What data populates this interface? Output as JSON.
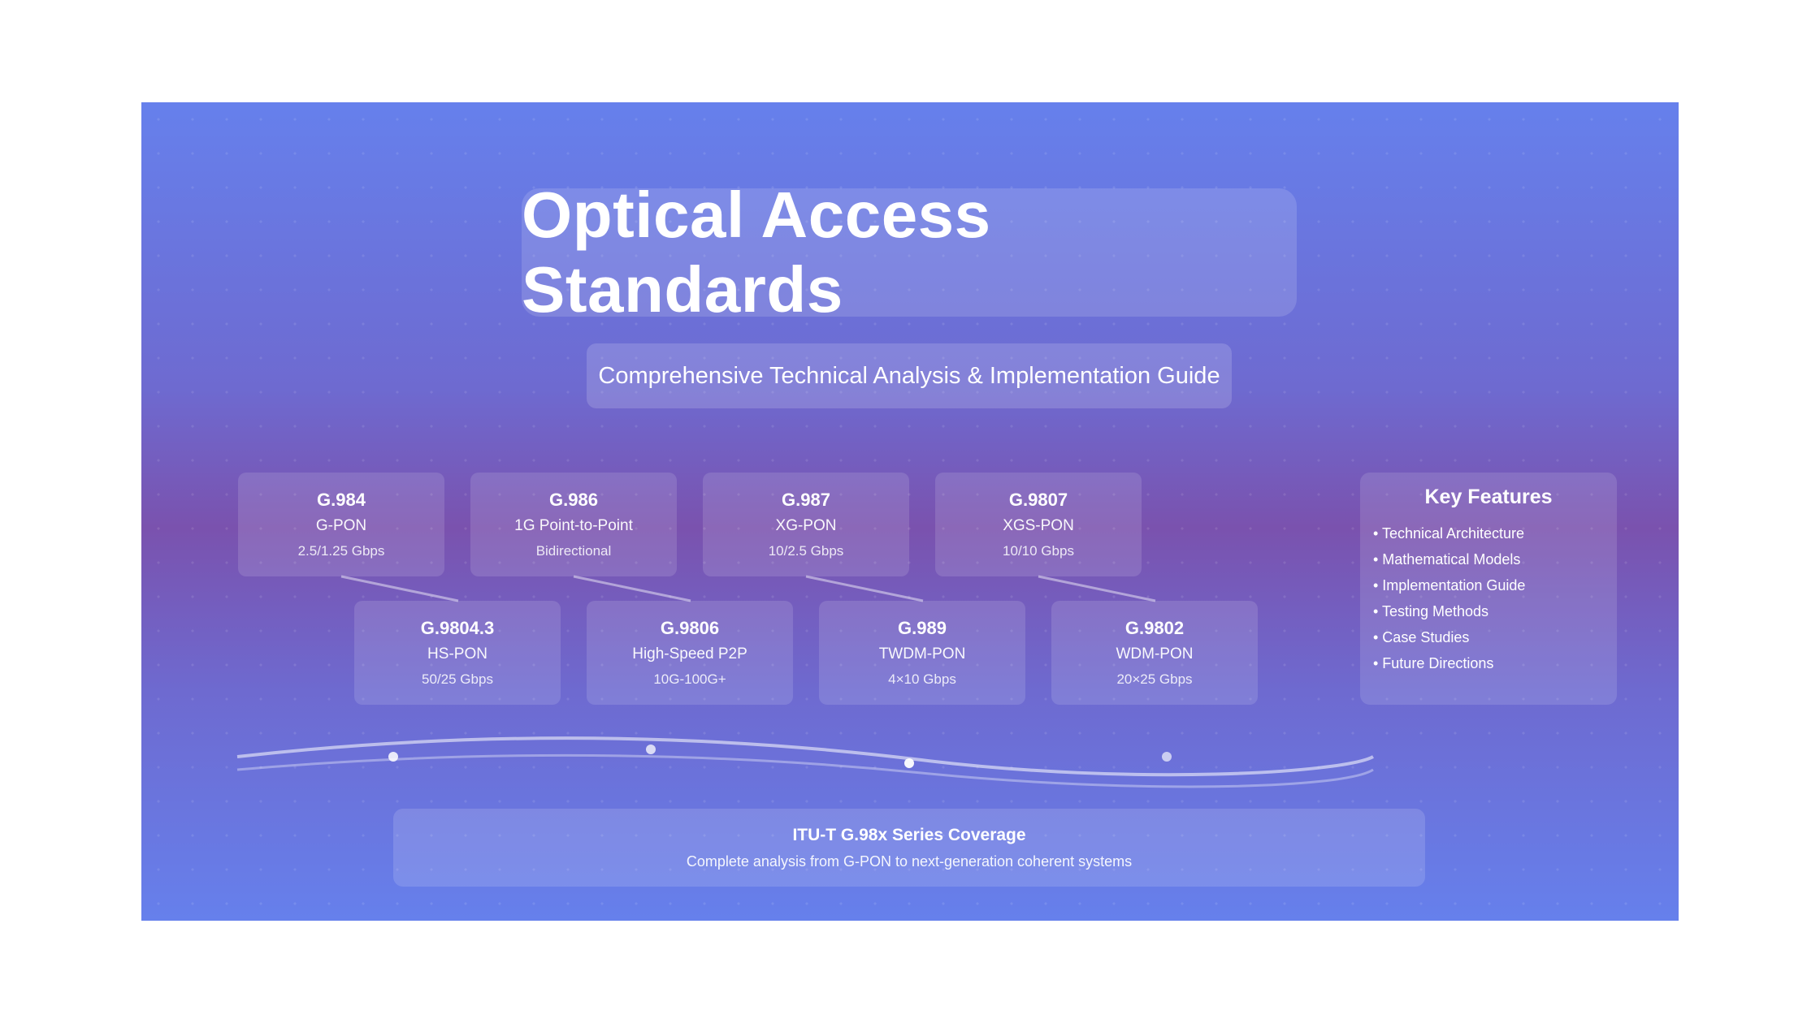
{
  "title": "Optical Access Standards",
  "subtitle": "Comprehensive Technical Analysis & Implementation Guide",
  "standards_top": [
    {
      "code": "G.984",
      "name": "G-PON",
      "rate": "2.5/1.25 Gbps"
    },
    {
      "code": "G.986",
      "name": "1G Point-to-Point",
      "rate": "Bidirectional"
    },
    {
      "code": "G.987",
      "name": "XG-PON",
      "rate": "10/2.5 Gbps"
    },
    {
      "code": "G.9807",
      "name": "XGS-PON",
      "rate": "10/10 Gbps"
    }
  ],
  "standards_bottom": [
    {
      "code": "G.9804.3",
      "name": "HS-PON",
      "rate": "50/25 Gbps"
    },
    {
      "code": "G.9806",
      "name": "High-Speed P2P",
      "rate": "10G-100G+"
    },
    {
      "code": "G.989",
      "name": "TWDM-PON",
      "rate": "4×10 Gbps"
    },
    {
      "code": "G.9802",
      "name": "WDM-PON",
      "rate": "20×25 Gbps"
    }
  ],
  "key_features": {
    "title": "Key Features",
    "items": [
      "• Technical Architecture",
      "• Mathematical Models",
      "• Implementation Guide",
      "• Testing Methods",
      "• Case Studies",
      "• Future Directions"
    ]
  },
  "coverage": {
    "title": "ITU-T G.98x Series Coverage",
    "subtitle": "Complete analysis from G-PON to next-generation coherent systems"
  },
  "colors": {
    "background_top": "#6680ec",
    "background_mid": "#7a52ae",
    "text": "#ffffff"
  }
}
